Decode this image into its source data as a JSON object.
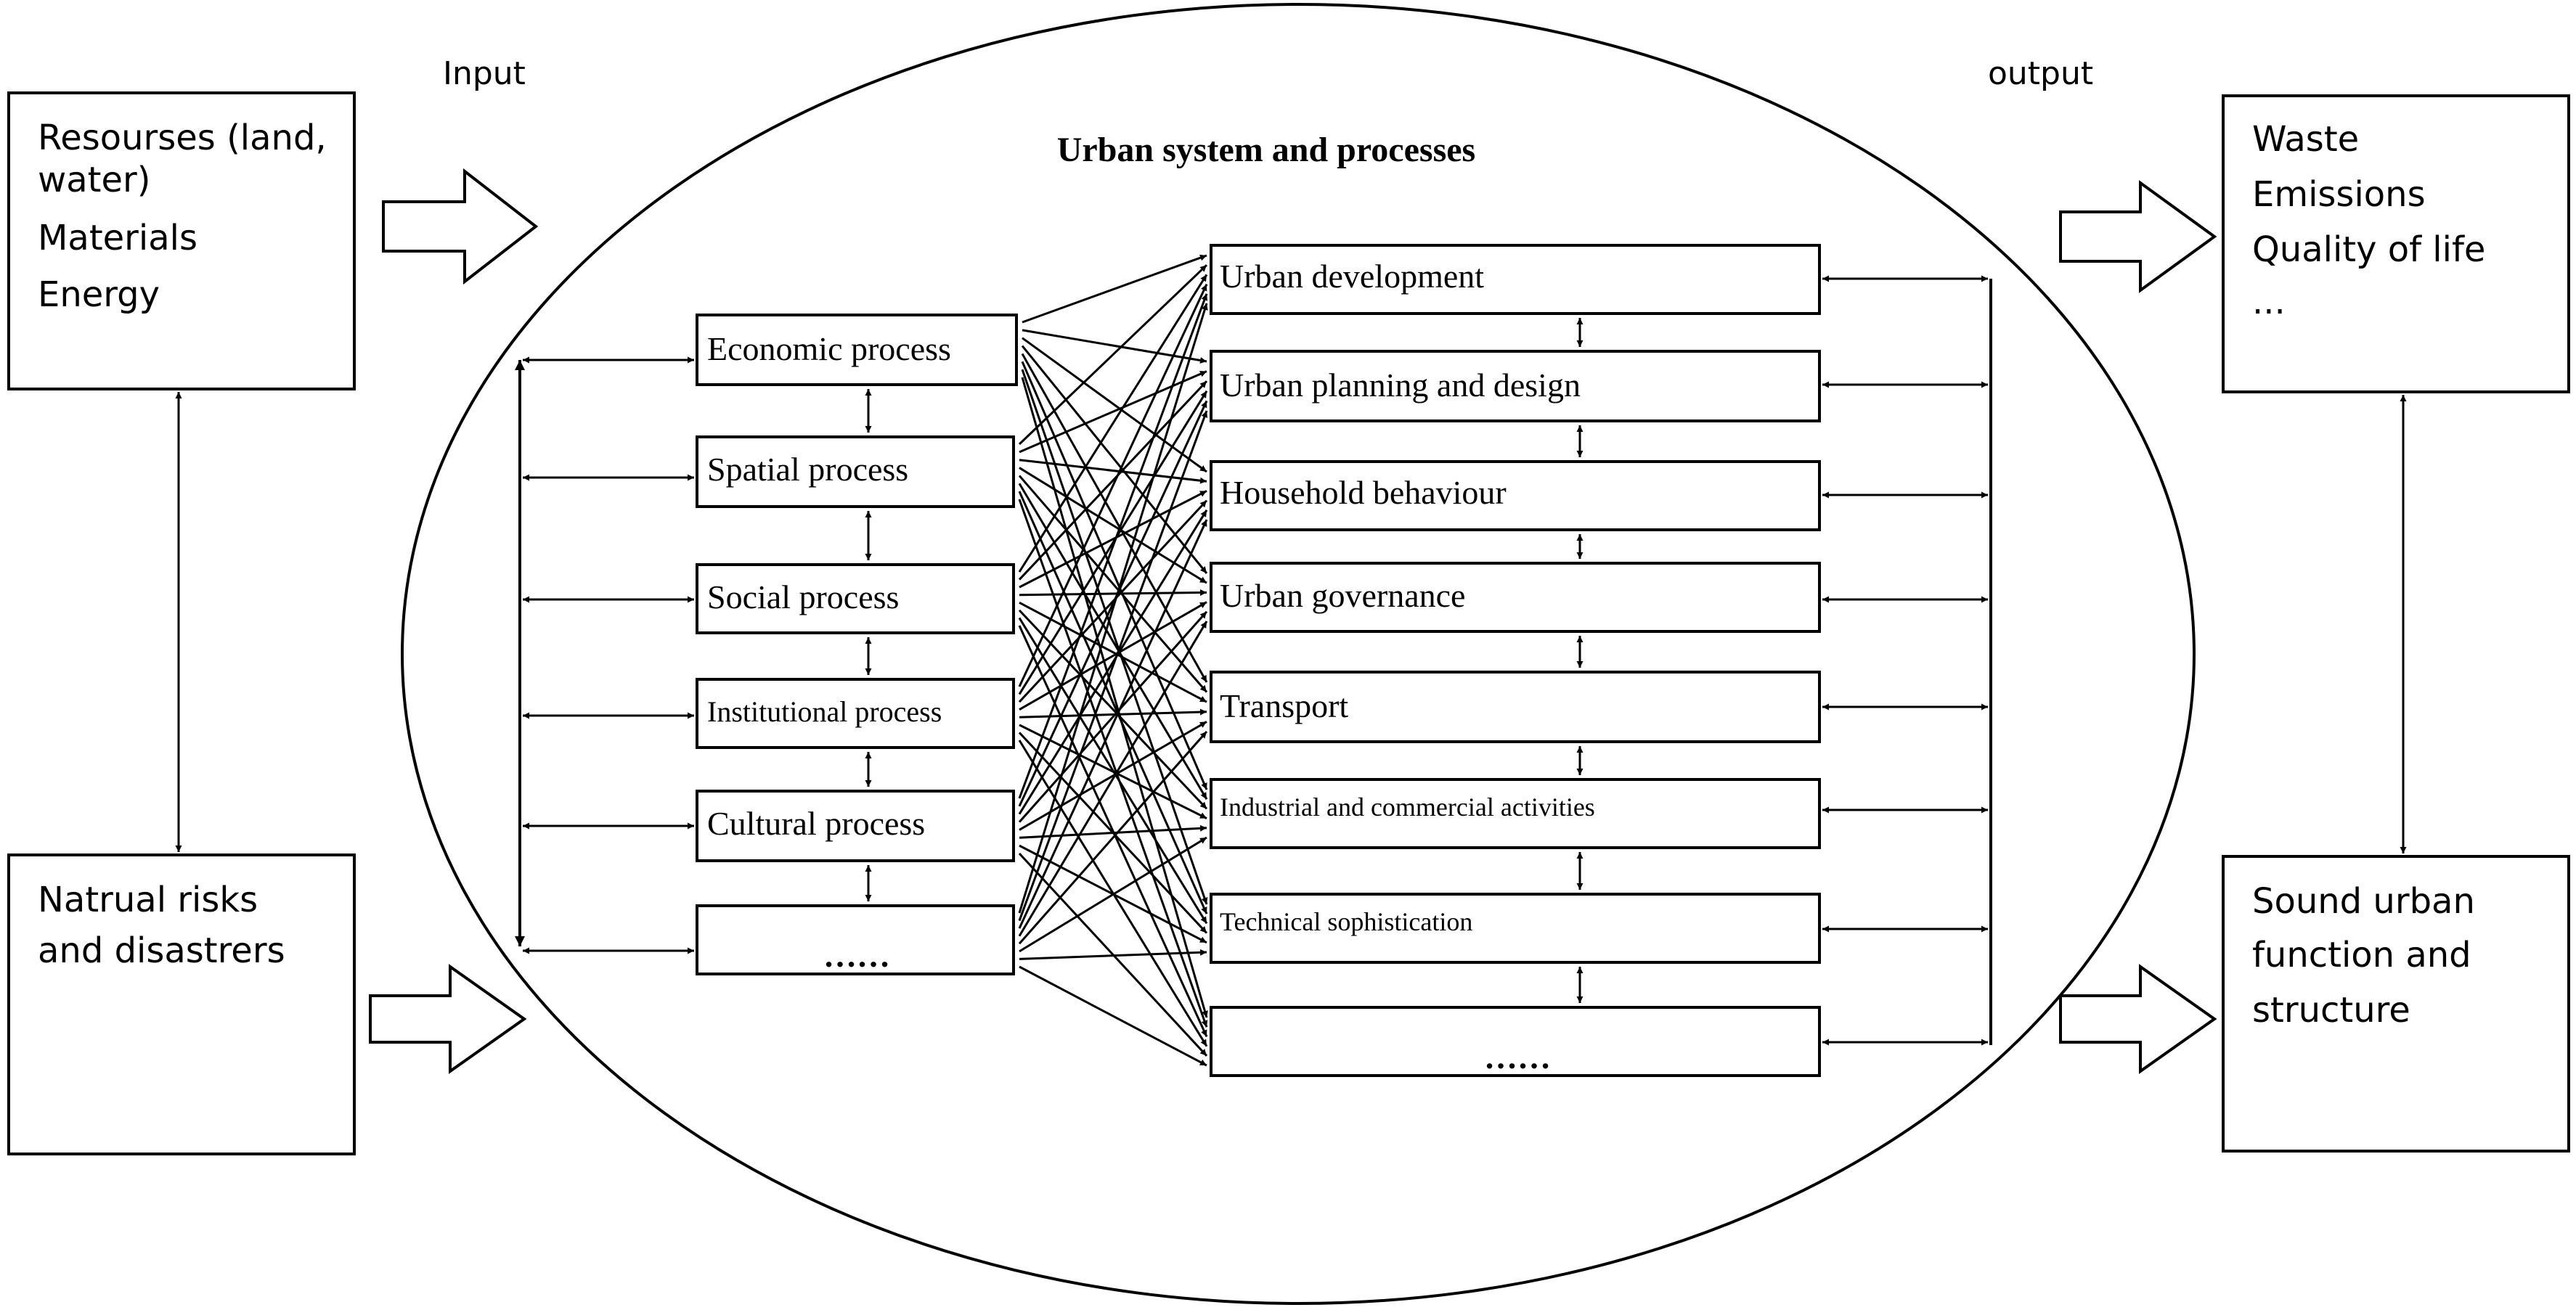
{
  "title": "Urban system and processes",
  "labels": {
    "input": "Input",
    "output": "output"
  },
  "input_boxes": {
    "resources": [
      "Resourses (land,",
      "water)",
      "Materials",
      "Energy"
    ],
    "risks": [
      "Natrual risks",
      "and disastrers"
    ]
  },
  "output_boxes": {
    "outcomes": [
      "Waste",
      "Emissions",
      "Quality of life",
      "..."
    ],
    "function": [
      "Sound urban",
      "function and",
      "structure"
    ]
  },
  "processes": [
    "Economic process",
    "Spatial process",
    "Social process",
    "Institutional process",
    "Cultural process",
    "……"
  ],
  "activities": [
    "Urban development",
    "Urban planning and design",
    "Household behaviour",
    "Urban governance",
    "Transport",
    "Industrial and commercial activities",
    "Technical sophistication",
    "……"
  ],
  "colors": {
    "stroke": "#000000",
    "background": "#ffffff"
  }
}
